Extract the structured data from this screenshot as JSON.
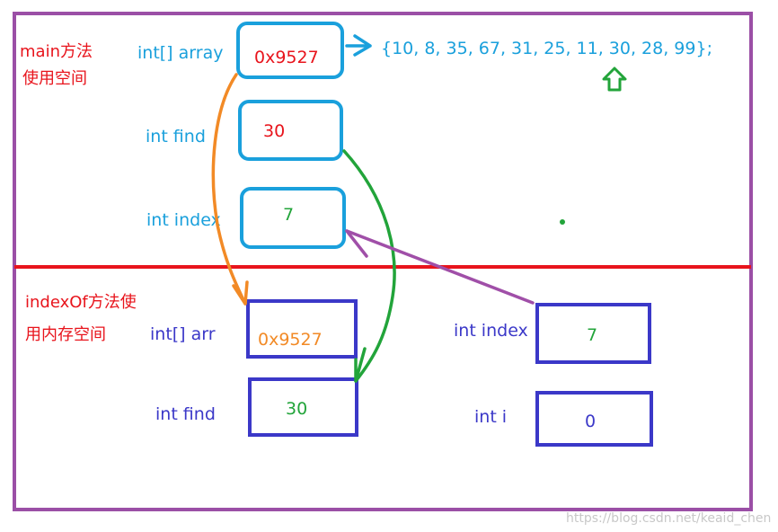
{
  "main_section": {
    "title_line1": "main方法",
    "title_line2": "使用空间",
    "array_label": "int[] array",
    "array_value": "0x9527",
    "array_contents": "{10, 8, 35, 67, 31, 25, 11, 30, 28, 99};",
    "find_label": "int find",
    "find_value": "30",
    "index_label": "int index",
    "index_value": "7"
  },
  "indexof_section": {
    "title_line1": "indexOf方法使",
    "title_line2": "用内存空间",
    "arr_label": "int[] arr",
    "arr_value": "0x9527",
    "find_label": "int find",
    "find_value": "30",
    "index_label": "int index",
    "index_value": "7",
    "i_label": "int i",
    "i_value": "0"
  },
  "watermark": "https://blog.csdn.net/keaid_chen",
  "colors": {
    "frame": "#9b4fa6",
    "divider": "#e8141c",
    "main_label": "#1aa0dc",
    "main_box": "#1aa0dc",
    "red_text": "#e8141c",
    "green": "#22a43a",
    "orange": "#f28a26",
    "purple_arrow": "#a04fa8",
    "indexof_box": "#3b38c8",
    "indexof_label": "#3b38c8"
  }
}
